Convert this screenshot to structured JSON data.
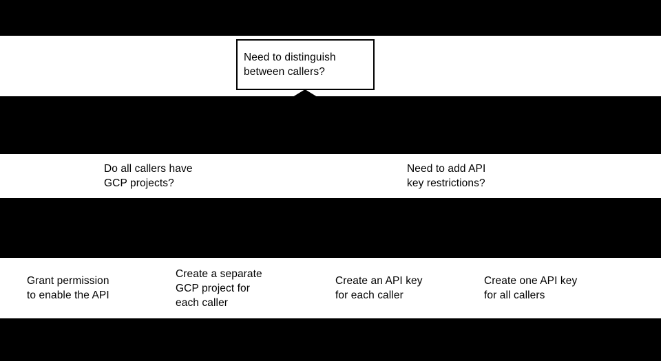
{
  "diagram": {
    "type": "decision-flowchart",
    "background_color": "#000000",
    "node_fill_color": "#ffffff",
    "node_text_color": "#000000",
    "edge_color": "#000000",
    "nodes": [
      {
        "id": "root",
        "label": "Need to distinguish\nbetween callers?",
        "kind": "decision",
        "level": 1,
        "bordered": true
      },
      {
        "id": "gcp-projects",
        "label": "Do all callers have\nGCP projects?",
        "kind": "decision",
        "level": 2,
        "bordered": false
      },
      {
        "id": "api-restrictions",
        "label": "Need to add API\nkey restrictions?",
        "kind": "decision",
        "level": 2,
        "bordered": false
      },
      {
        "id": "grant-permission",
        "label": "Grant permission\nto enable the API",
        "kind": "outcome",
        "level": 3,
        "bordered": false
      },
      {
        "id": "separate-project",
        "label": "Create a separate\nGCP project for\neach caller",
        "kind": "outcome",
        "level": 3,
        "bordered": false
      },
      {
        "id": "key-each-caller",
        "label": "Create an API key\nfor each caller",
        "kind": "outcome",
        "level": 3,
        "bordered": false
      },
      {
        "id": "key-all-callers",
        "label": "Create one API key\nfor all callers",
        "kind": "outcome",
        "level": 3,
        "bordered": false
      }
    ],
    "edges": [
      {
        "from": "root",
        "to": "gcp-projects",
        "arrowhead": "up-chevron"
      },
      {
        "from": "root",
        "to": "api-restrictions",
        "arrowhead": "up-chevron"
      },
      {
        "from": "gcp-projects",
        "to": "grant-permission",
        "arrowhead": "none"
      },
      {
        "from": "gcp-projects",
        "to": "separate-project",
        "arrowhead": "none"
      },
      {
        "from": "api-restrictions",
        "to": "key-each-caller",
        "arrowhead": "none"
      },
      {
        "from": "api-restrictions",
        "to": "key-all-callers",
        "arrowhead": "none"
      }
    ]
  }
}
